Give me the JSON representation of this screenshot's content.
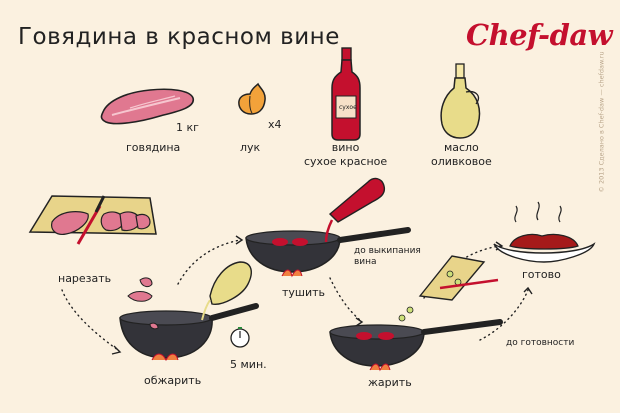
{
  "header": {
    "title": "Говядина в красном вине",
    "logo": "Chef-daw",
    "copyright": "© 2013 Сделано в Chef-daw — chefdaw.ru"
  },
  "ingredients": [
    {
      "name": "говядина",
      "qty": "1 кг"
    },
    {
      "name": "лук",
      "qty": "x4"
    },
    {
      "name": "вино\nсухое красное",
      "qty": ""
    },
    {
      "name": "масло\nоливковое",
      "qty": ""
    }
  ],
  "bottle_label": "сухое",
  "steps": {
    "cut": "нарезать",
    "fry": "обжарить",
    "stew": "тушить",
    "stew_note": "до выкипания\nвина",
    "roast": "жарить",
    "roast_note": "до готовности",
    "done": "готово",
    "timer": "5 мин."
  },
  "colors": {
    "background": "#fbf1e0",
    "meat": "#d96a7c",
    "wine": "#c4102e",
    "board": "#e8d48a",
    "pan": "#333339",
    "logo": "#c4102e"
  },
  "icons": [
    "meat-icon",
    "onion-icon",
    "wine-bottle-icon",
    "olive-oil-icon",
    "cutting-board-icon",
    "pan-icon",
    "timer-icon",
    "plate-icon"
  ]
}
